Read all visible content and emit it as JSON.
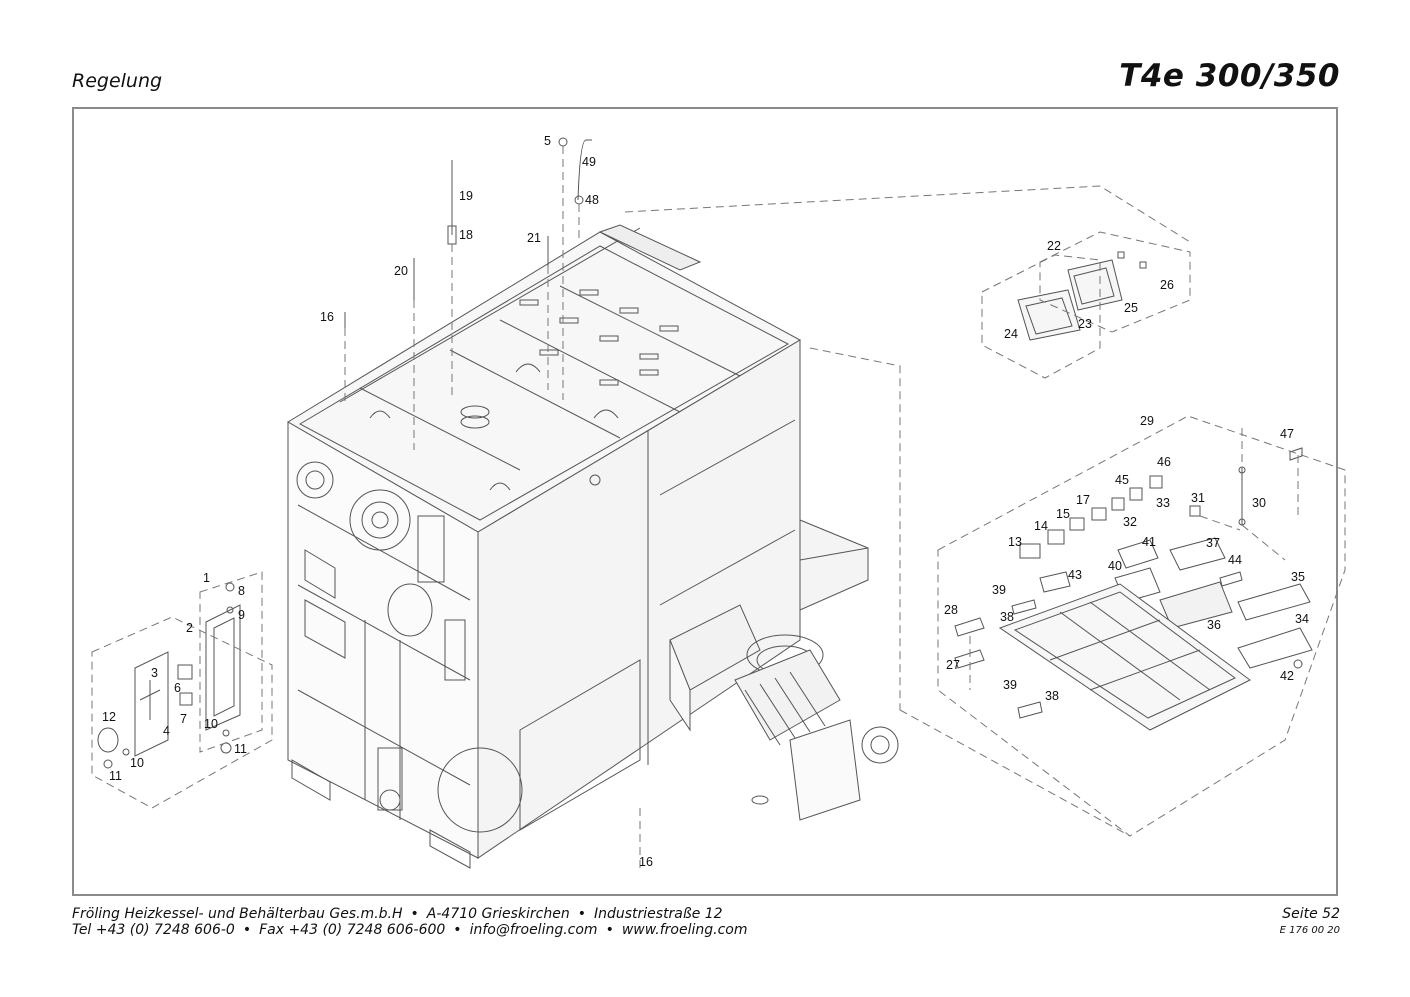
{
  "header": {
    "section": "Regelung",
    "model": "T4e 300/350"
  },
  "footer": {
    "company": "Fröling Heizkessel- und Behälterbau Ges.m.b.H",
    "address_city": "A-4710 Grieskirchen",
    "address_street": "Industriestraße 12",
    "phone": "Tel +43 (0) 7248 606-0",
    "fax": "Fax +43 (0) 7248 606-600",
    "email": "info@froeling.com",
    "web": "www.froeling.com",
    "page": "Seite 52",
    "doc_number": "E 176 00 20",
    "separator": "•"
  },
  "labels": {
    "p1": "1",
    "p2": "2",
    "p3": "3",
    "p4": "4",
    "p5": "5",
    "p6": "6",
    "p7": "7",
    "p8": "8",
    "p9": "9",
    "p10a": "10",
    "p10b": "10",
    "p11a": "11",
    "p11b": "11",
    "p12": "12",
    "p13": "13",
    "p14": "14",
    "p15": "15",
    "p16a": "16",
    "p16b": "16",
    "p17": "17",
    "p18": "18",
    "p19": "19",
    "p20": "20",
    "p21": "21",
    "p22": "22",
    "p23": "23",
    "p24": "24",
    "p25": "25",
    "p26": "26",
    "p27": "27",
    "p28": "28",
    "p29": "29",
    "p30": "30",
    "p31": "31",
    "p32": "32",
    "p33": "33",
    "p34": "34",
    "p35": "35",
    "p36": "36",
    "p37": "37",
    "p38a": "38",
    "p38b": "38",
    "p39a": "39",
    "p39b": "39",
    "p40": "40",
    "p41": "41",
    "p42": "42",
    "p43": "43",
    "p44": "44",
    "p45": "45",
    "p46": "46",
    "p47": "47",
    "p48": "48",
    "p49": "49"
  }
}
